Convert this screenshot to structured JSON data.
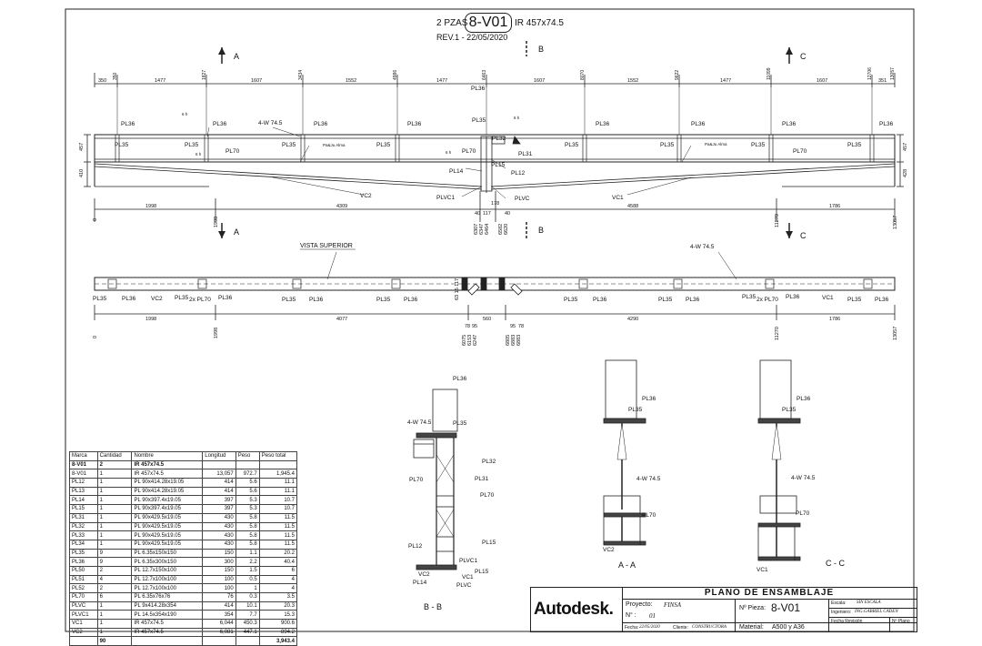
{
  "title": {
    "qty": "2 PZAS",
    "mark": "8-V01",
    "profile": "IR 457x74.5",
    "revision": "REV.1 - 22/05/2020"
  },
  "sections": {
    "a": "A",
    "b": "B",
    "c": "C",
    "aa": "A - A",
    "bb": "B - B",
    "cc": "C - C"
  },
  "elevation": {
    "top_ords": [
      "350",
      "1827",
      "3434",
      "4986",
      "6463",
      "8070",
      "9622",
      "11099",
      "12706",
      "13057"
    ],
    "top_dims": [
      "350",
      "1477",
      "1607",
      "1552",
      "1477",
      "1607",
      "1552",
      "1477",
      "1607",
      "351"
    ],
    "bottom_dims": [
      "1998",
      "4309",
      "4588",
      "1786"
    ],
    "bottom_ords": [
      "0",
      "1998",
      "11270",
      "13057"
    ],
    "center_ords": [
      "6307",
      "6347",
      "6464",
      "6582",
      "6620"
    ],
    "center_dims": [
      "40",
      "117",
      "40"
    ],
    "d178": "178",
    "left_height_dims": [
      "457",
      "410"
    ],
    "right_height_dims": [
      "457",
      "428"
    ],
    "labels": {
      "pl36": "PL36",
      "pl35": "PL35",
      "w": "4-W 74.5",
      "pl70": "PL70",
      "pl31": "PL31",
      "pl32": "PL32",
      "pl14": "PL14",
      "pl12": "PL12",
      "pl15": "PL15",
      "vc1": "VC1",
      "vc2": "VC2",
      "plvc": "PLVC",
      "plvc1": "PLVC1",
      "weld_note": "Pa&Ju Alma",
      "weld_sym": "6 h"
    }
  },
  "plan": {
    "title": "VISTA SUPERIOR",
    "w": "4-W 74.5",
    "dims": [
      "1998",
      "4077",
      "560",
      "4290",
      "1786"
    ],
    "ords_left": [
      "0",
      "1998"
    ],
    "ords_right": [
      "11270",
      "13057"
    ],
    "center_ords_a": [
      "6075",
      "6153",
      "6247"
    ],
    "center_ords_b": [
      "6805",
      "6883",
      "6883"
    ],
    "center_dims": [
      "78",
      "95",
      "95",
      "78"
    ],
    "d63": "63 15 117",
    "plus_pl70": "2x PL70"
  },
  "bom": {
    "headers": [
      "Marca",
      "Cantidad",
      "Nombre",
      "Longitud",
      "Peso",
      "Peso total"
    ],
    "group": [
      "8-V01",
      "2",
      "IR 457x74.5",
      "",
      "",
      ""
    ],
    "rows": [
      [
        "8-V01",
        "1",
        "IR 457x74.5",
        "13,057",
        "972.7",
        "1,945.4"
      ],
      [
        "PL12",
        "1",
        "PL 90x414.28x19.05",
        "414",
        "5.6",
        "11.1"
      ],
      [
        "PL13",
        "1",
        "PL 90x414.28x19.05",
        "414",
        "5.6",
        "11.1"
      ],
      [
        "PL14",
        "1",
        "PL 90x397.4x19.05",
        "397",
        "5.3",
        "10.7"
      ],
      [
        "PL15",
        "1",
        "PL 90x397.4x19.05",
        "397",
        "5.3",
        "10.7"
      ],
      [
        "PL31",
        "1",
        "PL 90x429.5x19.05",
        "430",
        "5.8",
        "11.5"
      ],
      [
        "PL32",
        "1",
        "PL 90x429.5x19.05",
        "430",
        "5.8",
        "11.5"
      ],
      [
        "PL33",
        "1",
        "PL 90x429.5x19.05",
        "430",
        "5.8",
        "11.5"
      ],
      [
        "PL34",
        "1",
        "PL 90x429.5x19.05",
        "430",
        "5.8",
        "11.5"
      ],
      [
        "PL35",
        "9",
        "PL 6.35x150x150",
        "150",
        "1.1",
        "20.2"
      ],
      [
        "PL36",
        "9",
        "PL 6.35x300x150",
        "300",
        "2.2",
        "40.4"
      ],
      [
        "PL50",
        "2",
        "PL 12.7x150x100",
        "150",
        "1.5",
        "6"
      ],
      [
        "PL51",
        "4",
        "PL 12.7x100x100",
        "100",
        "0.5",
        "4"
      ],
      [
        "PL52",
        "2",
        "PL 12.7x100x100",
        "100",
        "1",
        "4"
      ],
      [
        "PL70",
        "6",
        "PL 6.35x76x76",
        "76",
        "0.3",
        "3.5"
      ],
      [
        "PLVC",
        "1",
        "PL 9x414.28x354",
        "414",
        "10.1",
        "20.3"
      ],
      [
        "PLVC1",
        "1",
        "PL 14.5x354x190",
        "354",
        "7.7",
        "15.3"
      ],
      [
        "VC1",
        "1",
        "IR 457x74.5",
        "6,044",
        "450.3",
        "900.6"
      ],
      [
        "VC2",
        "1",
        "IR 457x74.5",
        "6,081",
        "447.1",
        "894.2"
      ]
    ],
    "total": [
      "",
      "90",
      "",
      "",
      "",
      "3,943.4"
    ]
  },
  "title_block": {
    "logo": "Autodesk.",
    "heading": "PLANO DE ENSAMBLAJE",
    "proyecto_label": "Proyecto:",
    "proyecto": "FINSA",
    "num_label": "N° :",
    "num": "01",
    "pieza_label": "Nº Pieza:",
    "pieza": "8-V01",
    "escala_label": "Escala:",
    "escala": "SIN ESCALA",
    "ingeniero_label": "Ingeniero:",
    "ingeniero": "ING.GABRIEL CADEN",
    "fecha_label": "Fecha:",
    "fecha": "22/05/2020",
    "cliente_label": "Cliente:",
    "cliente": "CONSTRUCTORA",
    "material_label": "Material:",
    "material": "A500 y A36",
    "revision_label": "Fecha Revisión",
    "plano_label": "Nº Plano"
  }
}
